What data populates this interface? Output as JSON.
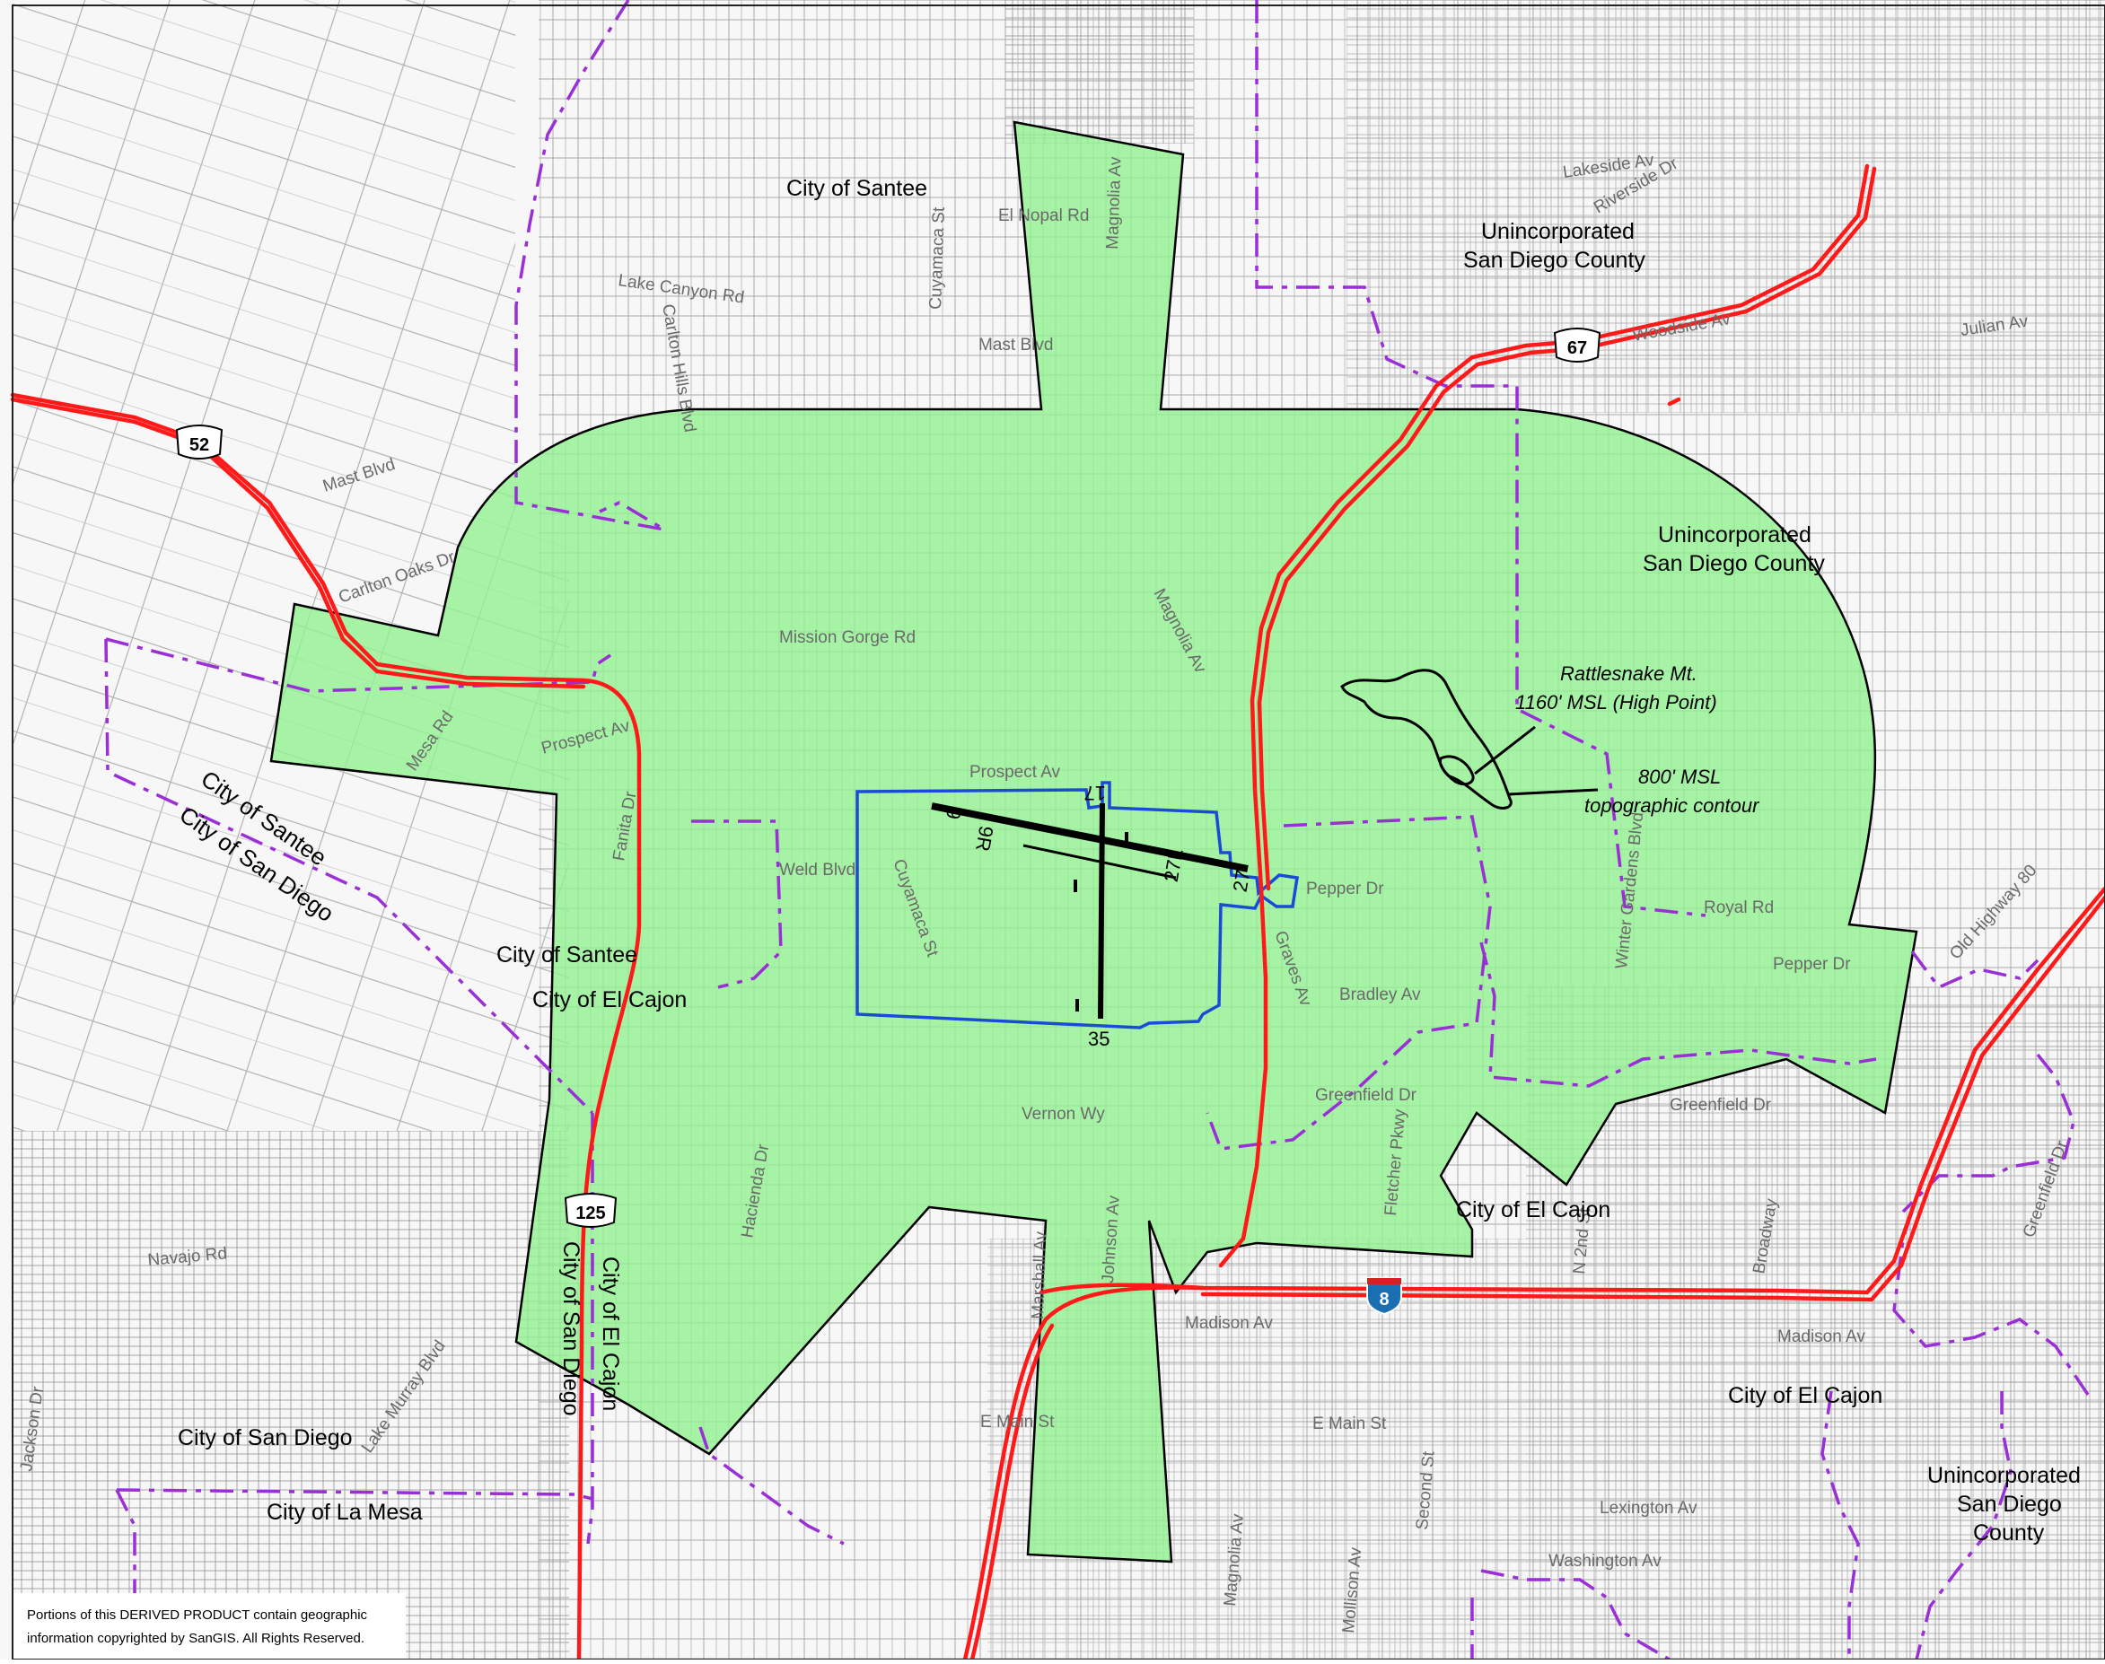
{
  "colors": {
    "zone_fill": "#8ff28f",
    "zone_outline": "#000000",
    "freeway": "#ff1a1a",
    "city_boundary": "#9a2fd6",
    "airport_boundary": "#1a4bd6",
    "parcels": "#9a9a9a",
    "background": "#f7f7f7"
  },
  "areas": {
    "santee_top": "City of Santee",
    "unincorporated_1": [
      "Unincorporated",
      "San Diego County"
    ],
    "unincorporated_2": [
      "Unincorporated",
      "San Diego County"
    ],
    "unincorporated_3": [
      "Unincorporated",
      "San Diego",
      "County"
    ],
    "santee_diag": "City of Santee",
    "san_diego_diag": "City of San Diego",
    "santee_mid": "City of Santee",
    "el_cajon_mid": "City of El Cajon",
    "el_cajon_center": "City of El Cajon",
    "el_cajon_right": "City of El Cajon",
    "el_cajon_vertical": "City of El Cajon",
    "san_diego_vertical": "City of San Diego",
    "san_diego_bottom": "City of San Diego",
    "la_mesa": "City of La Mesa"
  },
  "highways": [
    {
      "icon": "state-route-shield-icon",
      "number": "52"
    },
    {
      "icon": "state-route-shield-icon",
      "number": "67"
    },
    {
      "icon": "state-route-shield-icon",
      "number": "125"
    },
    {
      "icon": "interstate-shield-icon",
      "number": "8"
    }
  ],
  "streets": [
    "Lakeside Av",
    "Riverside Dr",
    "Woodside Av",
    "Julian Av",
    "Mast Blvd",
    "Mast Blvd",
    "El Nopal Rd",
    "Magnolia Av",
    "Cuyamaca St",
    "Carlton Oaks Dr",
    "Mission Gorge Rd",
    "Magnolia Av",
    "Prospect Av",
    "Prospect Av",
    "Mesa Rd",
    "Fanita Dr",
    "Weld Blvd",
    "Cuyamaca St",
    "Pepper Dr",
    "Royal Rd",
    "Pepper Dr",
    "Bradley Av",
    "Greenfield Dr",
    "Greenfield Dr",
    "Vernon Wy",
    "Navajo Rd",
    "Madison Av",
    "Madison Av",
    "E Main St",
    "E Main St",
    "Lexington Av",
    "Washington Av",
    "Johnson Av",
    "Marshall Av",
    "Old Highway 80",
    "Winter Gardens Blvd",
    "Graves Av",
    "Lake Canyon Rd",
    "Carlton Hills Blvd",
    "Mollison Av",
    "Magnolia Av",
    "Lake Murray Blvd",
    "Hacienda Dr",
    "Fletcher Pkwy",
    "Second St",
    "N 2nd St",
    "Broadway",
    "Greenfield Dr",
    "Jackson Dr"
  ],
  "features": {
    "summit_label_1": "Rattlesnake Mt.",
    "summit_label_2": "1160' MSL (High Point)",
    "contour_label_1": "800' MSL",
    "contour_label_2": "topographic contour"
  },
  "runways": {
    "r17": "17",
    "r35": "35",
    "r9": "9",
    "r9r": "9R",
    "r27l": "27L",
    "r27": "27"
  },
  "credit": {
    "line1": "Portions of this DERIVED PRODUCT contain geographic",
    "line2": "information copyrighted by SanGIS. All Rights Reserved."
  }
}
